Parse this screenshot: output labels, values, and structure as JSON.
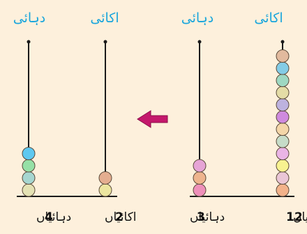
{
  "headers": {
    "right_ones": "اکائی",
    "right_tens": "دہائی",
    "left_ones": "اکائی",
    "left_tens": "دہائی"
  },
  "captions": {
    "right_ones_count": "12",
    "right_ones_word": "اکائیاں",
    "right_tens_count": "3",
    "right_tens_word": "دہائیاں",
    "left_ones_count": "2",
    "left_ones_word": "اکائیاں",
    "left_tens_count": "4",
    "left_tens_word": "دہائیاں"
  },
  "abacus": {
    "right_ones_beads": [
      "#f2b28a",
      "#eac6d6",
      "#f8f290",
      "#eab4e6",
      "#c6dcc8",
      "#f4d6a8",
      "#cf8ade",
      "#bdb2de",
      "#e4dca6",
      "#9ed8c2",
      "#84cce6",
      "#e2ba9e"
    ],
    "right_tens_beads": [
      "#ee90ba",
      "#eeb48e",
      "#e6a4d6"
    ],
    "left_ones_beads": [
      "#ece6a0",
      "#e4ae90"
    ],
    "left_tens_beads": [
      "#e4e2b4",
      "#a6d6d0",
      "#96e0a6",
      "#5ec8f0"
    ]
  },
  "colors": {
    "header": "#1aa6dc",
    "arrow": "#c4186c",
    "rod": "#1a1a1a",
    "background": "#fdf0dc"
  }
}
